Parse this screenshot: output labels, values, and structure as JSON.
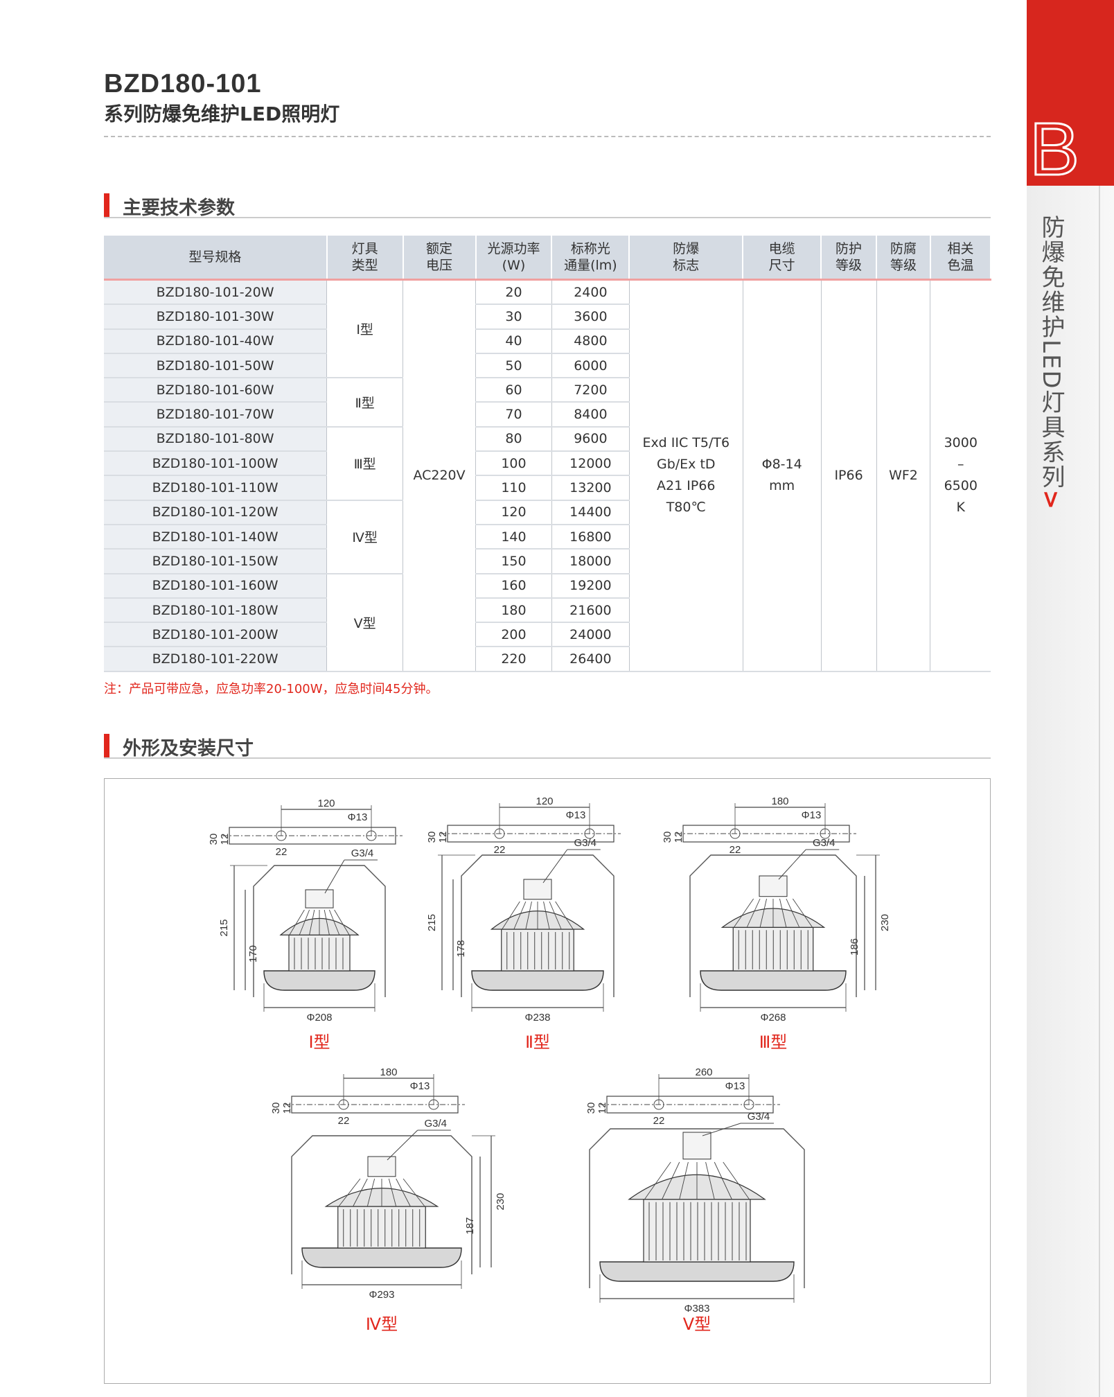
{
  "header": {
    "title": "BZD180-101",
    "subtitle": "系列防爆免维护LED照明灯"
  },
  "sidebar": {
    "letter": "B",
    "label": "防爆免维护LED灯具系列",
    "arrow": ">"
  },
  "sections": {
    "specs": "主要技术参数",
    "dimensions": "外形及安装尺寸"
  },
  "table": {
    "headers": [
      "型号规格",
      "灯具类型",
      "额定电压",
      "光源功率(W)",
      "标称光通量(lm)",
      "防爆标志",
      "电缆尺寸",
      "防护等级",
      "防腐等级",
      "相关色温"
    ],
    "header_lines": [
      [
        "型号规格"
      ],
      [
        "灯具",
        "类型"
      ],
      [
        "额定",
        "电压"
      ],
      [
        "光源功率",
        "(W)"
      ],
      [
        "标称光",
        "通量(lm)"
      ],
      [
        "防爆",
        "标志"
      ],
      [
        "电缆",
        "尺寸"
      ],
      [
        "防护",
        "等级"
      ],
      [
        "防腐",
        "等级"
      ],
      [
        "相关",
        "色温"
      ]
    ],
    "rows": [
      {
        "model": "BZD180-101-20W",
        "power": "20",
        "flux": "2400"
      },
      {
        "model": "BZD180-101-30W",
        "power": "30",
        "flux": "3600"
      },
      {
        "model": "BZD180-101-40W",
        "power": "40",
        "flux": "4800"
      },
      {
        "model": "BZD180-101-50W",
        "power": "50",
        "flux": "6000"
      },
      {
        "model": "BZD180-101-60W",
        "power": "60",
        "flux": "7200"
      },
      {
        "model": "BZD180-101-70W",
        "power": "70",
        "flux": "8400"
      },
      {
        "model": "BZD180-101-80W",
        "power": "80",
        "flux": "9600"
      },
      {
        "model": "BZD180-101-100W",
        "power": "100",
        "flux": "12000"
      },
      {
        "model": "BZD180-101-110W",
        "power": "110",
        "flux": "13200"
      },
      {
        "model": "BZD180-101-120W",
        "power": "120",
        "flux": "14400"
      },
      {
        "model": "BZD180-101-140W",
        "power": "140",
        "flux": "16800"
      },
      {
        "model": "BZD180-101-150W",
        "power": "150",
        "flux": "18000"
      },
      {
        "model": "BZD180-101-160W",
        "power": "160",
        "flux": "19200"
      },
      {
        "model": "BZD180-101-180W",
        "power": "180",
        "flux": "21600"
      },
      {
        "model": "BZD180-101-200W",
        "power": "200",
        "flux": "24000"
      },
      {
        "model": "BZD180-101-220W",
        "power": "220",
        "flux": "26400"
      }
    ],
    "types": [
      {
        "label": "Ⅰ型",
        "span": 4
      },
      {
        "label": "Ⅱ型",
        "span": 2
      },
      {
        "label": "Ⅲ型",
        "span": 3
      },
      {
        "label": "Ⅳ型",
        "span": 3
      },
      {
        "label": "Ⅴ型",
        "span": 4
      }
    ],
    "voltage": "AC220V",
    "ex_mark": [
      "Exd IIC T5/T6",
      "Gb/Ex tD",
      "A21 IP66",
      "T80℃"
    ],
    "cable": [
      "Φ8-14",
      "mm"
    ],
    "ip": "IP66",
    "anticorrosion": "WF2",
    "cct": [
      "3000",
      "–",
      "6500",
      "K"
    ]
  },
  "note": "注：产品可带应急，应急功率20-100W，应急时间45分钟。",
  "drawings": [
    {
      "type": "Ⅰ型",
      "bracket_span": "120",
      "hole": "Φ13",
      "h_outer": "215",
      "h_inner": "170",
      "diameter": "Φ208",
      "thread": "G3/4",
      "plate_h": "30",
      "plate_t": "12",
      "plate_w": "22"
    },
    {
      "type": "Ⅱ型",
      "bracket_span": "120",
      "hole": "Φ13",
      "h_outer": "215",
      "h_inner": "178",
      "diameter": "Φ238",
      "thread": "G3/4",
      "plate_h": "30",
      "plate_t": "12",
      "plate_w": "22"
    },
    {
      "type": "Ⅲ型",
      "bracket_span": "180",
      "hole": "Φ13",
      "h_outer": "230",
      "h_inner": "186",
      "diameter": "Φ268",
      "thread": "G3/4",
      "plate_h": "30",
      "plate_t": "12",
      "plate_w": "22"
    },
    {
      "type": "Ⅳ型",
      "bracket_span": "180",
      "hole": "Φ13",
      "h_outer": "230",
      "h_inner": "187",
      "diameter": "Φ293",
      "thread": "G3/4",
      "plate_h": "30",
      "plate_t": "12",
      "plate_w": "22"
    },
    {
      "type": "Ⅴ型",
      "bracket_span": "260",
      "hole": "Φ13",
      "h_outer": "",
      "h_inner": "",
      "diameter": "Φ383",
      "thread": "G3/4",
      "plate_h": "30",
      "plate_t": "12",
      "plate_w": "22"
    }
  ],
  "colors": {
    "accent": "#e1261c",
    "sidebar_red": "#d7261e",
    "table_header": "#d5dbe3"
  }
}
